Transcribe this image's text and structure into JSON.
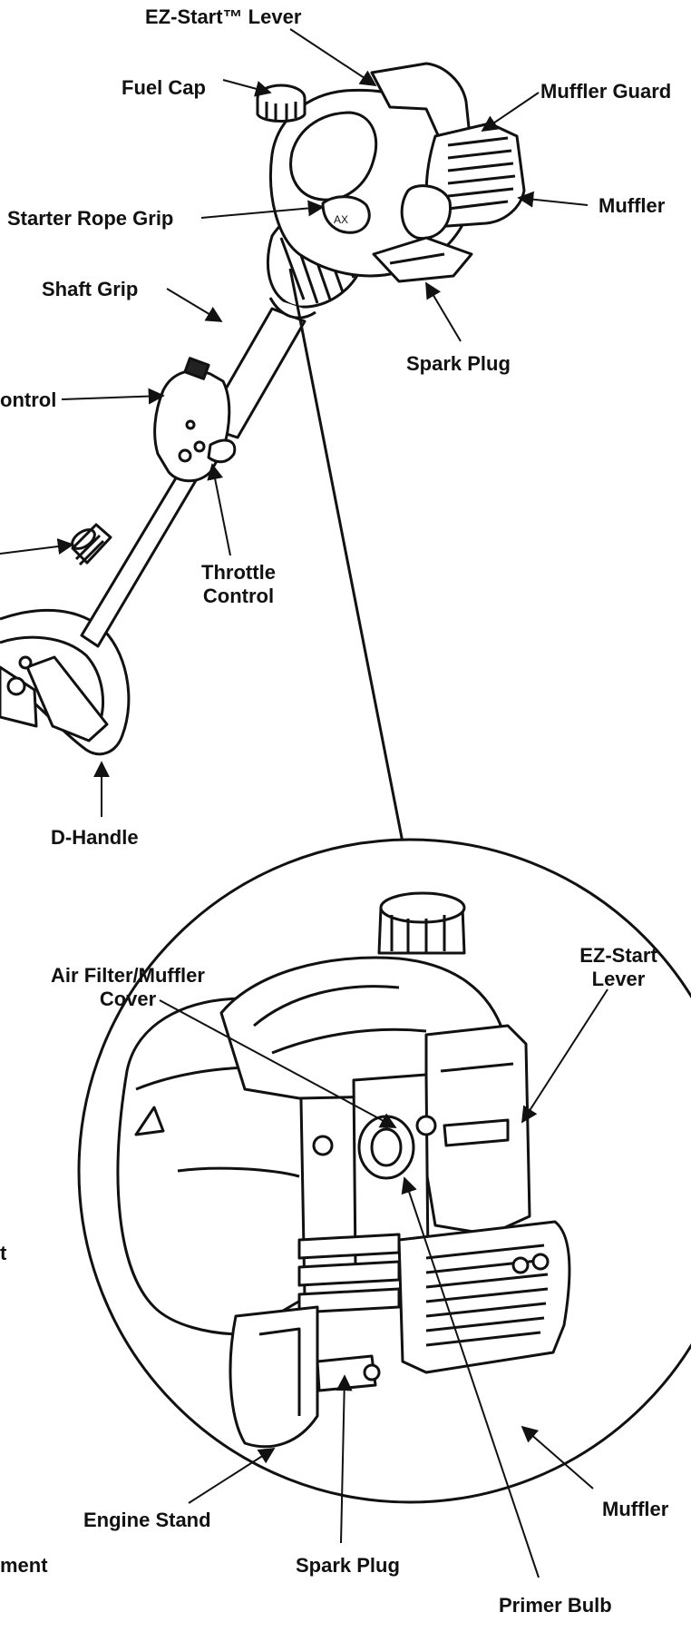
{
  "labels": {
    "ez_start_lever_top": "EZ-Start™ Lever",
    "fuel_cap": "Fuel Cap",
    "muffler_guard": "Muffler Guard",
    "starter_rope_grip": "Starter Rope Grip",
    "muffler_top": "Muffler",
    "shaft_grip": "Shaft Grip",
    "spark_plug_top": "Spark Plug",
    "control_partial": "ontrol",
    "throttle_control_line1": "Throttle",
    "throttle_control_line2": "Control",
    "d_handle": "D-Handle",
    "air_filter_line1": "Air Filter/Muffler",
    "air_filter_line2": "Cover",
    "ez_start_lever_detail_line1": "EZ-Start",
    "ez_start_lever_detail_line2": "Lever",
    "partial_t": "t",
    "engine_stand": "Engine Stand",
    "muffler_detail": "Muffler",
    "spark_plug_detail": "Spark Plug",
    "partial_ment": "ment",
    "primer_bulb": "Primer Bulb"
  },
  "colors": {
    "ink": "#111111",
    "fill": "#ffffff",
    "shade": "#222222"
  }
}
